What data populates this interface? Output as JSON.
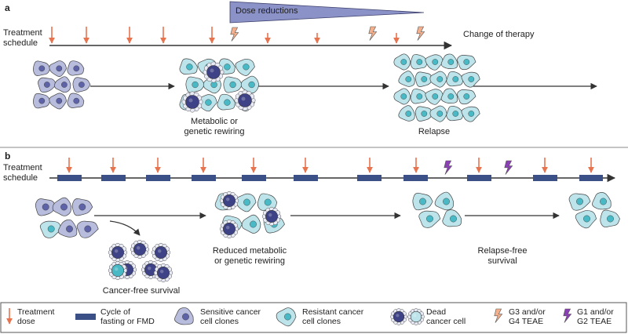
{
  "panels": {
    "a": {
      "label": "a",
      "schedule_label_1": "Treatment",
      "schedule_label_2": "schedule",
      "dose_reductions": "Dose reductions",
      "change_of_therapy": "Change of therapy",
      "stage2_label_1": "Metabolic or",
      "stage2_label_2": "genetic rewiring",
      "stage3_label": "Relapse"
    },
    "b": {
      "label": "b",
      "schedule_label_1": "Treatment",
      "schedule_label_2": "schedule",
      "cancer_free_label": "Cancer-free survival",
      "rewiring_label_1": "Reduced metabolic",
      "rewiring_label_2": "or genetic rewiring",
      "relapse_free_1": "Relapse-free",
      "relapse_free_2": "survival"
    }
  },
  "legend": {
    "treatment_dose_1": "Treatment",
    "treatment_dose_2": "dose",
    "cycle_1": "Cycle of",
    "cycle_2": "fasting or FMD",
    "sensitive_1": "Sensitive cancer",
    "sensitive_2": "cell clones",
    "resistant_1": "Resistant cancer",
    "resistant_2": "cell clones",
    "dead_1": "Dead",
    "dead_2": "cancer cell",
    "g3_1": "G3 and/or",
    "g3_2": "G4 TEAE",
    "g1_1": "G1 and/or",
    "g1_2": "G2 TEAE"
  },
  "colors": {
    "dose_arrow": "#e8734f",
    "cycle_bar": "#3c5088",
    "sensitive_fill": "#b8bcdd",
    "sensitive_nucleus": "#5d63a6",
    "resistant_fill": "#bde4ea",
    "resistant_nucleus": "#49b9c6",
    "dead_core": "#3e4286",
    "g3_bolt": "#f4b08c",
    "g1_bolt": "#8a3fb5",
    "triangle": "#8b92c7"
  },
  "icons": [
    "dose-arrow-icon",
    "lightning-bolt-icon",
    "cycle-bar-icon",
    "cell-icon",
    "dead-cell-icon"
  ]
}
